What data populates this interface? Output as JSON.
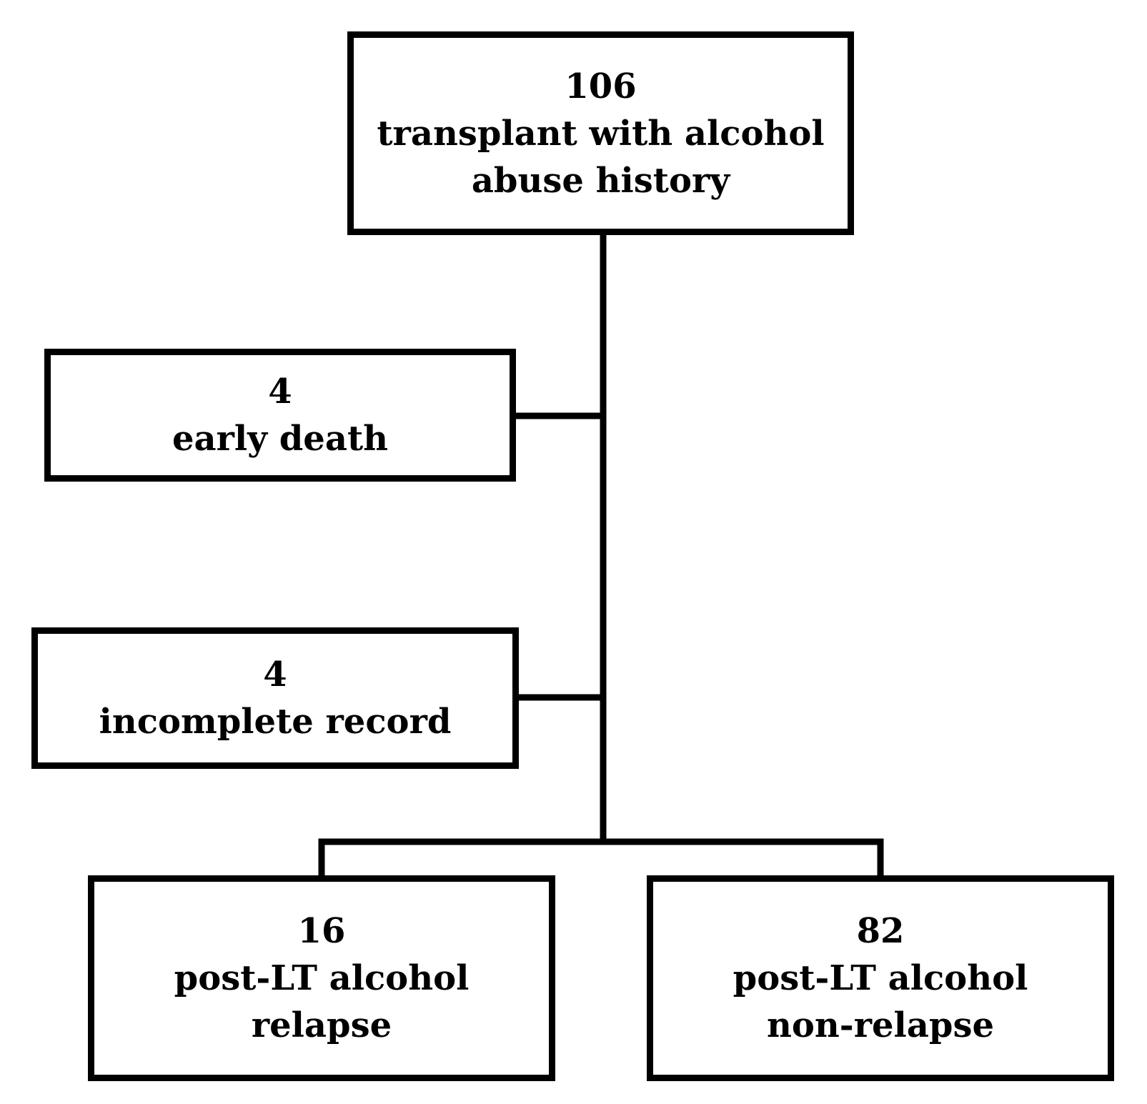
{
  "diagram": {
    "nodes": {
      "top": {
        "count": "106",
        "label": "transplant with alcohol\nabuse history"
      },
      "early_death": {
        "count": "4",
        "label": "early death"
      },
      "incomplete": {
        "count": "4",
        "label": "incomplete record"
      },
      "relapse": {
        "count": "16",
        "label": "post-LT alcohol\nrelapse"
      },
      "non_relapse": {
        "count": "82",
        "label": "post-LT alcohol\nnon-relapse"
      }
    },
    "edges": [
      {
        "from": "top",
        "to": "early_death"
      },
      {
        "from": "top",
        "to": "incomplete"
      },
      {
        "from": "top",
        "to": "relapse"
      },
      {
        "from": "top",
        "to": "non_relapse"
      }
    ],
    "line_color": "#000000"
  }
}
